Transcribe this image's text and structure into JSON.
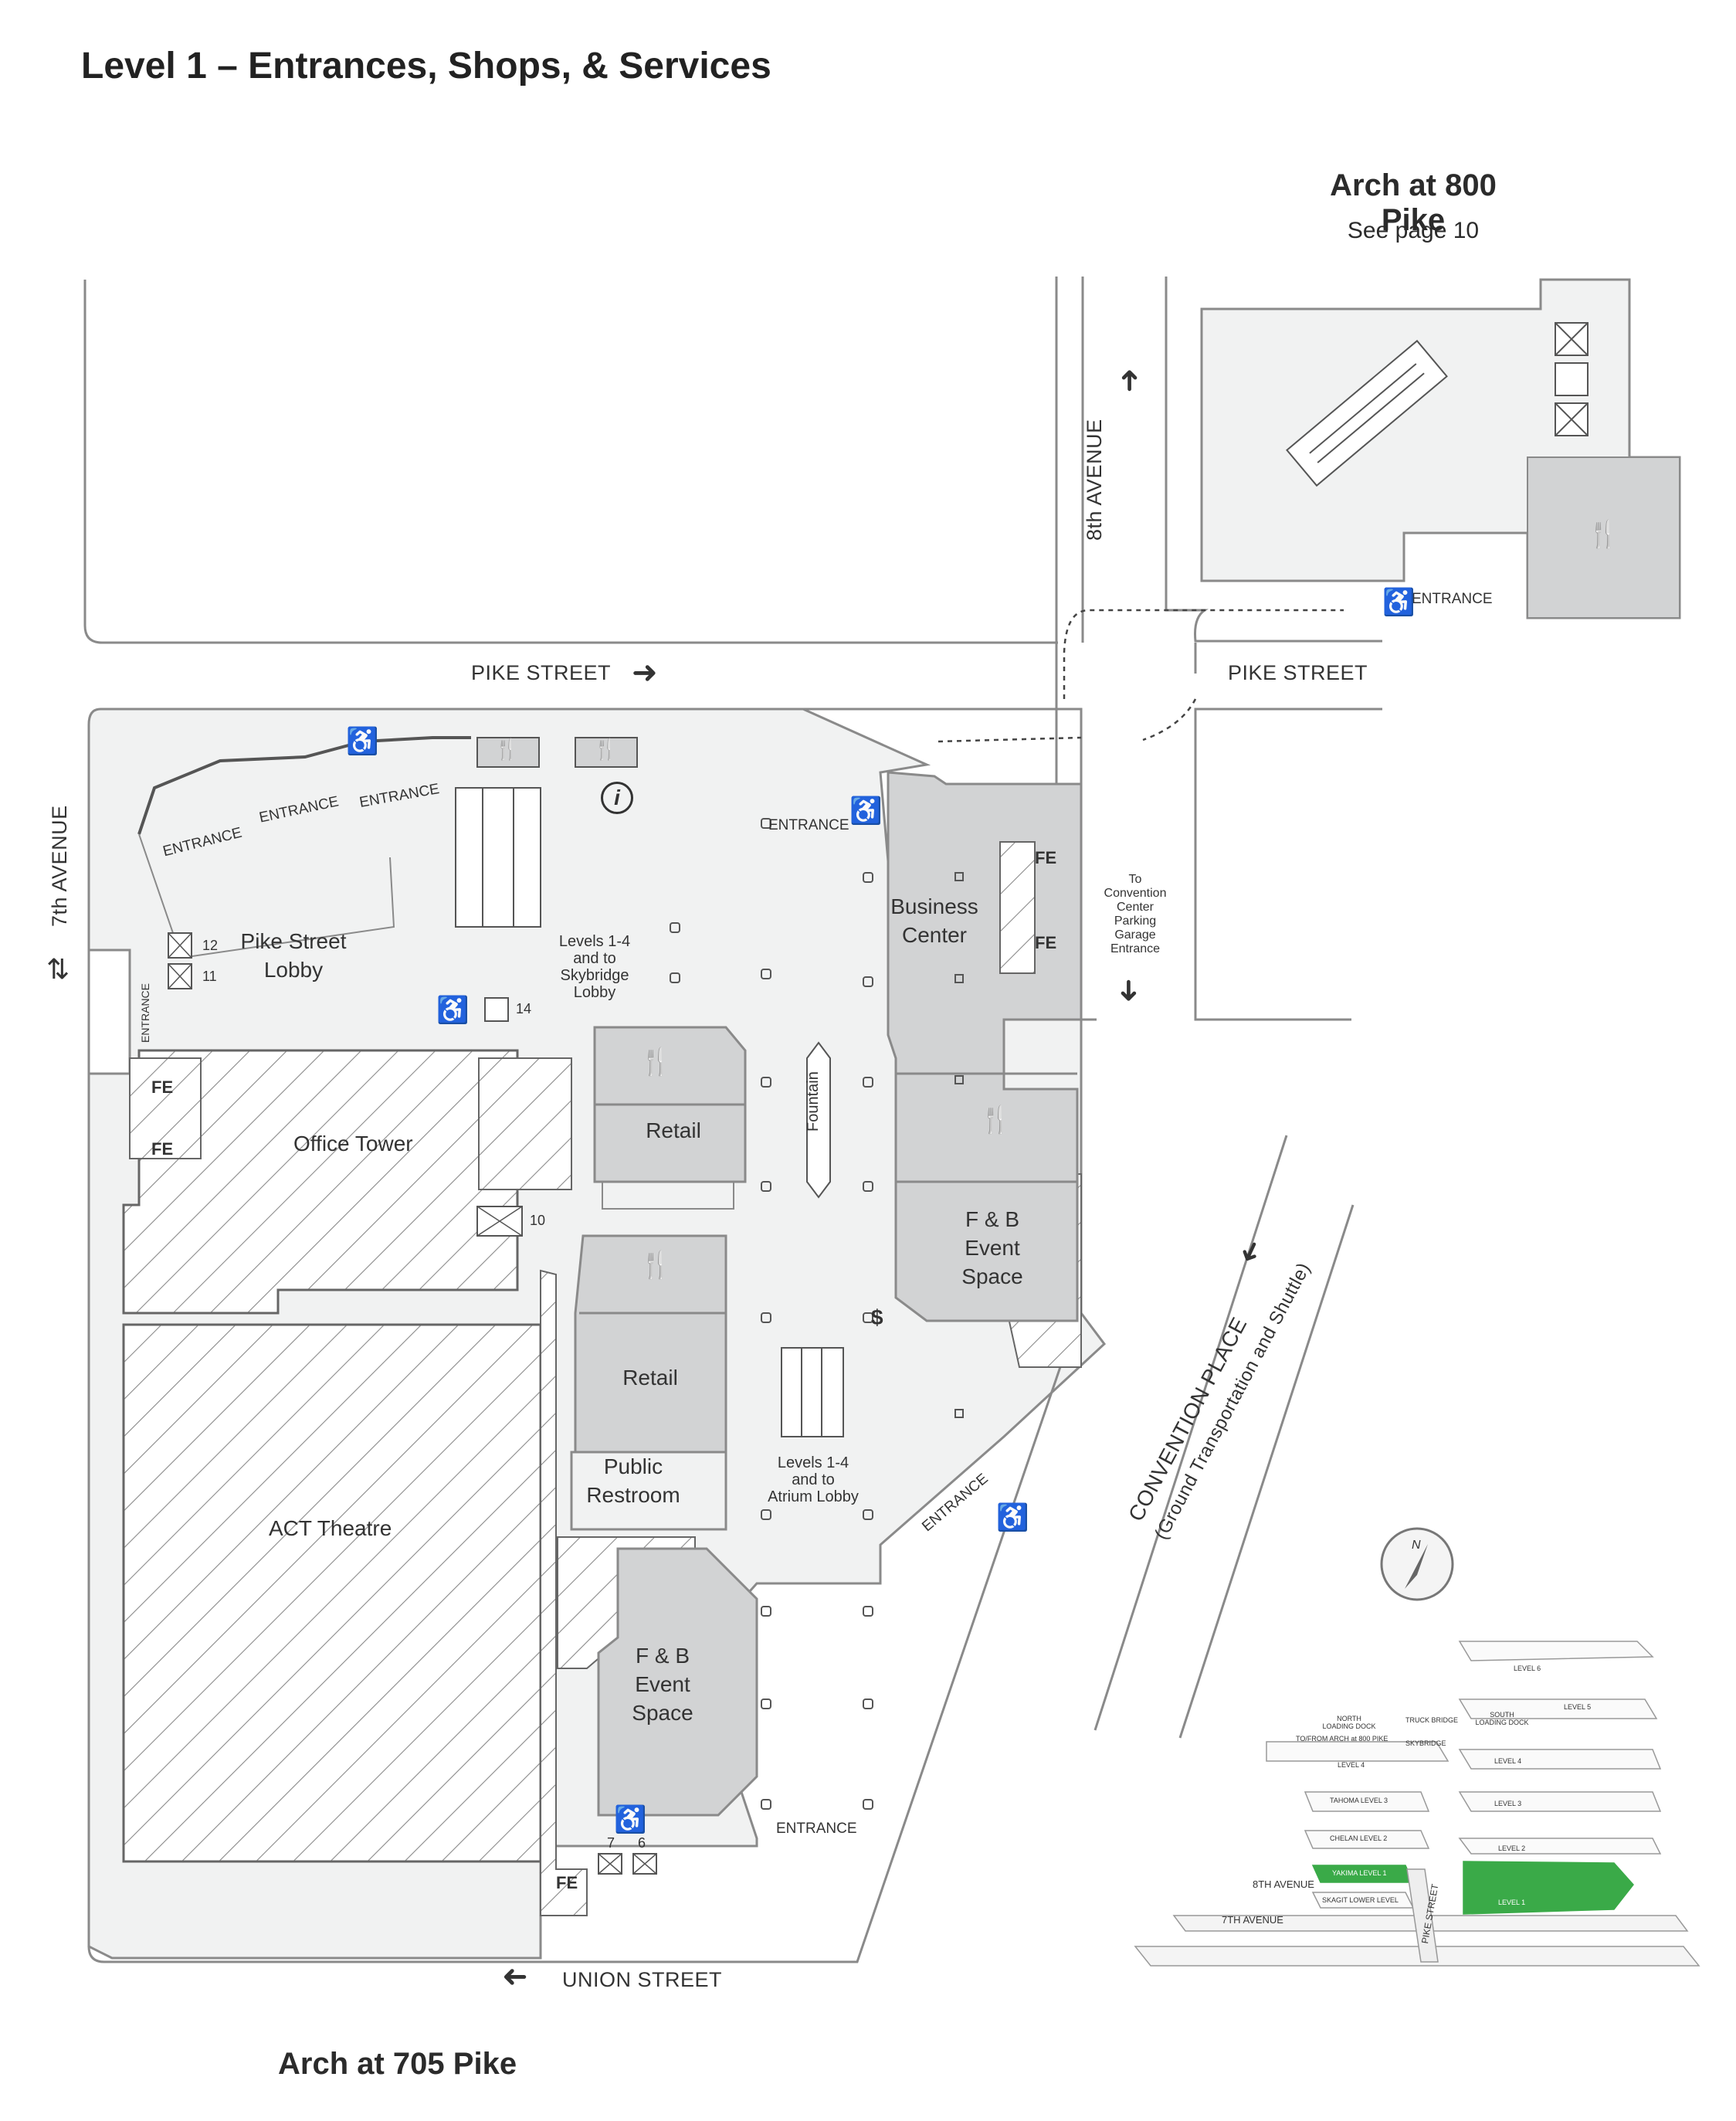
{
  "page": {
    "title": "Level 1 – Entrances, Shops, & Services",
    "arch_800": {
      "name": "Arch at 800 Pike",
      "see": "See page 10"
    },
    "arch_705": {
      "name": "Arch at 705 Pike"
    }
  },
  "streets": {
    "pike_street_left": "PIKE STREET",
    "pike_street_right": "PIKE STREET",
    "eighth_avenue": "8th AVENUE",
    "seventh_avenue": "7th AVENUE",
    "union_street": "UNION STREET",
    "convention_place": "CONVENTION PLACE",
    "convention_place_sub": "(Ground Transportation and Shuttle)"
  },
  "rooms": {
    "pike_street_lobby": [
      "Pike Street",
      "Lobby"
    ],
    "office_tower": "Office Tower",
    "act_theatre": "ACT Theatre",
    "retail_upper": "Retail",
    "retail_lower": "Retail",
    "public_restroom": [
      "Public",
      "Restroom"
    ],
    "business_center": [
      "Business",
      "Center"
    ],
    "fb_event_right": [
      "F & B",
      "Event",
      "Space"
    ],
    "fb_event_bottom": [
      "F & B",
      "Event",
      "Space"
    ],
    "fountain": "Fountain",
    "fe": "FE"
  },
  "entrances": {
    "label": "ENTRANCE",
    "arch800_entrance": "ENTRANCE"
  },
  "notes": {
    "skybridge": [
      "Levels 1-4",
      "and to",
      "Skybridge",
      "Lobby"
    ],
    "atrium": [
      "Levels 1-4",
      "and to",
      "Atrium Lobby"
    ],
    "garage": [
      "To",
      "Convention",
      "Center",
      "Parking",
      "Garage",
      "Entrance"
    ]
  },
  "elevators": [
    "12",
    "11",
    "14",
    "10",
    "7",
    "6"
  ],
  "symbols": {
    "info": "i",
    "atm": "$",
    "north": "N"
  },
  "inset": {
    "levels_right": [
      "LEVEL 6",
      "LEVEL 5",
      "SOUTH LOADING DOCK",
      "LEVEL 4",
      "LEVEL 3",
      "LEVEL 2",
      "LEVEL 1"
    ],
    "levels_left": [
      "NORTH LOADING DOCK",
      "TRUCK BRIDGE",
      "TO/FROM ARCH at 800 PIKE",
      "SKYBRIDGE",
      "LEVEL 4",
      "TAHOMA LEVEL 3",
      "CHELAN LEVEL 2",
      "YAKIMA LEVEL 1",
      "SKAGIT LOWER LEVEL"
    ],
    "streets": [
      "8TH AVENUE",
      "7TH AVENUE",
      "PIKE STREET"
    ],
    "highlight_color": "#3aaa48"
  },
  "colors": {
    "line": "#7a7a7a",
    "floor": "#f1f2f2",
    "room": "#d2d3d4",
    "hatch": "#8a8a8a"
  }
}
